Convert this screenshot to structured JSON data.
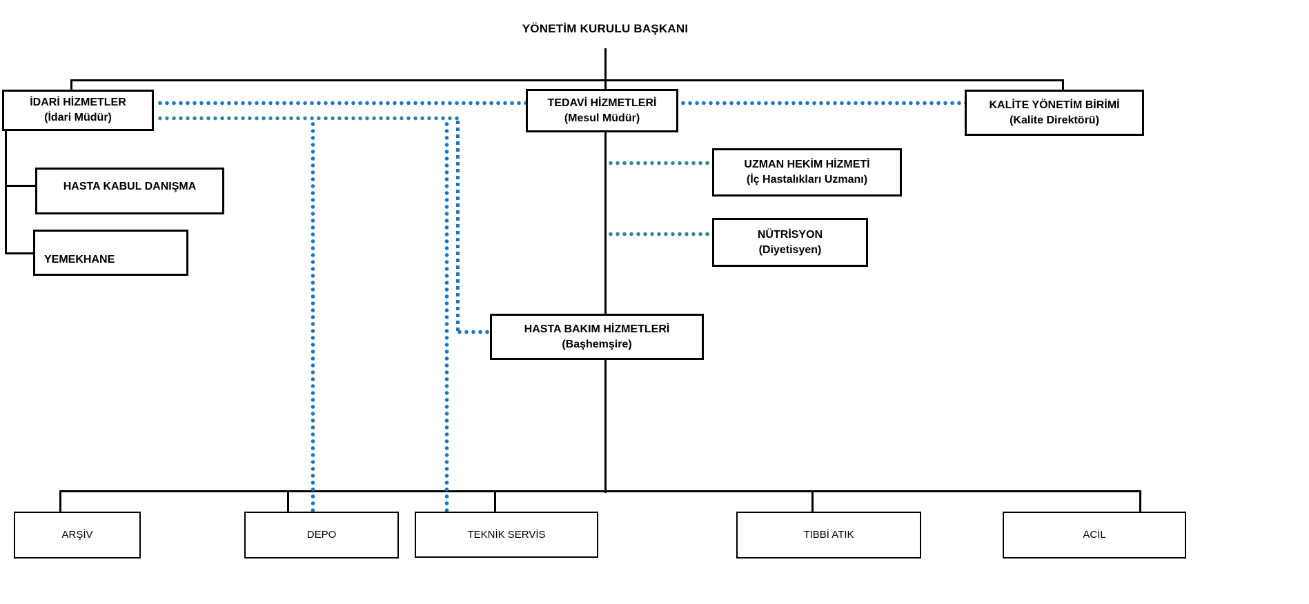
{
  "title": "YÖNETİM KURULU BAŞKANI",
  "colors": {
    "solid_line": "#000000",
    "dotted_blue": "#1b75bc",
    "dotted_teal": "#31849b"
  },
  "nodes": {
    "idari": {
      "line1": "İDARİ HİZMETLER",
      "line2": "(İdari Müdür)"
    },
    "tedavi": {
      "line1": "TEDAVİ HİZMETLERİ",
      "line2": "(Mesul Müdür)"
    },
    "kalite": {
      "line1": "KALİTE YÖNETİM BİRİMİ",
      "line2": "(Kalite Direktörü)"
    },
    "hasta_kabul": {
      "line1": "HASTA KABUL DANIŞMA"
    },
    "yemekhane": {
      "line1": "YEMEKHANE"
    },
    "uzman_hekim": {
      "line1": "UZMAN HEKİM HİZMETİ",
      "line2": "(İç Hastalıkları Uzmanı)"
    },
    "nutrisyon": {
      "line1": "NÜTRİSYON",
      "line2": "(Diyetisyen)"
    },
    "hasta_bakim": {
      "line1": "HASTA BAKIM HİZMETLERİ",
      "line2": "(Başhemşire)"
    },
    "arsiv": {
      "line1": "ARŞİV"
    },
    "depo": {
      "line1": "DEPO"
    },
    "teknik_servis": {
      "line1": "TEKNİK SERVİS"
    },
    "tibbi_atik": {
      "line1": "TIBBİ ATIK"
    },
    "acil": {
      "line1": "ACİL"
    }
  }
}
